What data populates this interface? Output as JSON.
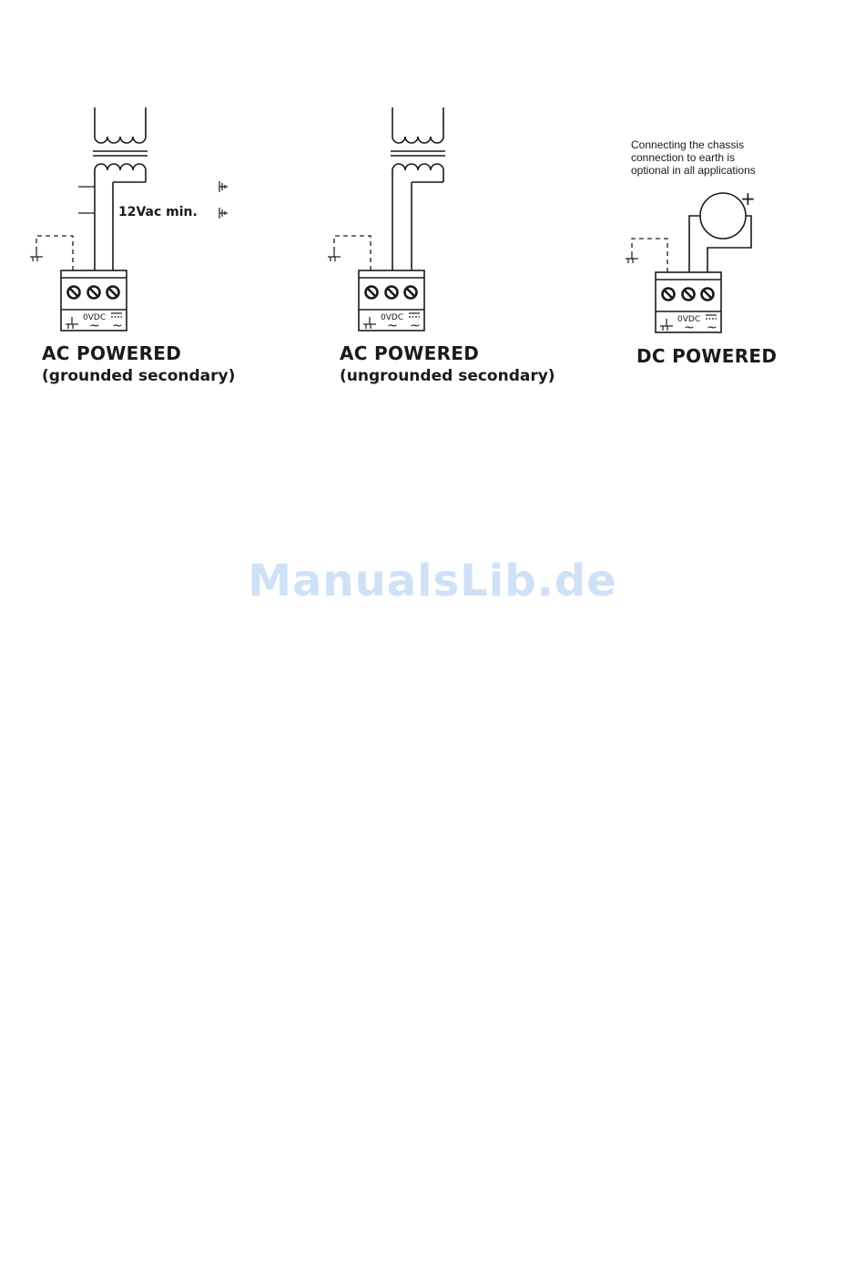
{
  "diagrams": [
    {
      "title": "AC POWERED",
      "subtitle": "(grounded secondary)",
      "voltage_label": "12Vac min.",
      "terminal_label": "0VDC"
    },
    {
      "title": "AC POWERED",
      "subtitle": "(ungrounded secondary)",
      "terminal_label": "0VDC"
    },
    {
      "title": "DC POWERED",
      "note_lines": [
        "Connecting the chassis",
        "connection to earth is",
        "optional in all applications"
      ],
      "plus_sign": "+",
      "terminal_label": "0VDC"
    }
  ],
  "terminal_symbols": {
    "ac": "~"
  },
  "watermark": "ManualsLib.de"
}
